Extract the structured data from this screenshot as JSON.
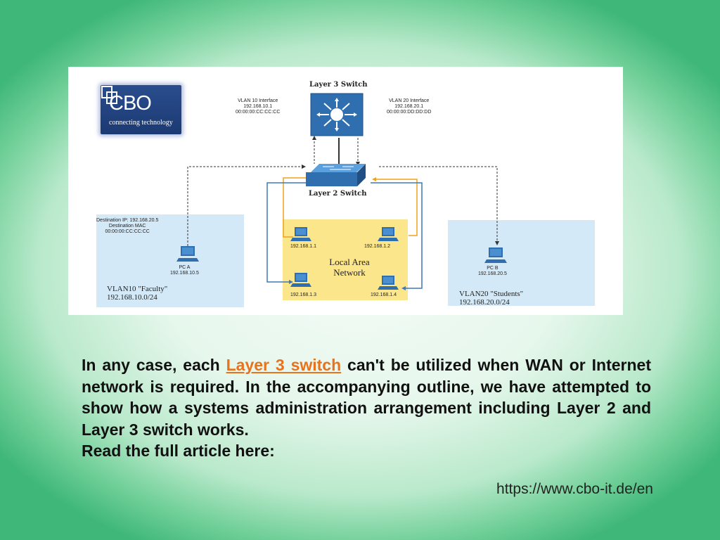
{
  "logo": {
    "name": "CBO",
    "tagline": "connecting technology"
  },
  "diagram": {
    "l3_title": "Layer 3 Switch",
    "l2_title": "Layer 2 Switch",
    "vlan10_iface": [
      "VLAN 10 Interface",
      "192.168.10.1",
      "00:00:00:CC:CC:CC"
    ],
    "vlan20_iface": [
      "VLAN 20 Interface",
      "192.168.20.1",
      "00:00:00:DD:DD:DD"
    ],
    "dest_info": [
      "Destination IP: 192.168.20.5",
      "Destination MAC",
      "00:00:00:CC:CC:CC"
    ],
    "pc_a": {
      "name": "PC A",
      "ip": "192.168.10.5"
    },
    "pc_b": {
      "name": "PC B",
      "ip": "192.168.20.5"
    },
    "vlan10": {
      "name": "VLAN10 \"Faculty\"",
      "subnet": "192.168.10.0/24"
    },
    "vlan20": {
      "name": "VLAN20 \"Students\"",
      "subnet": "192.168.20.0/24"
    },
    "lan": {
      "title_line1": "Local Area",
      "title_line2": "Network",
      "hosts": [
        "192.168.1.1",
        "192.168.1.2",
        "192.168.1.3",
        "192.168.1.4"
      ]
    },
    "colors": {
      "vlan_box": "#d3e9f7",
      "lan_box": "#fbe68c",
      "switch": "#2f6fb0",
      "arrow_orange": "#f0a21f",
      "arrow_blue": "#3f79b8"
    }
  },
  "text": {
    "before_link": "In any case, each ",
    "link": "Layer 3 switch",
    "after_link": " can't be utilized when WAN or Internet network is required. In the accompanying outline, we have attempted to show how a systems administration arrangement including Layer 2 and Layer 3 switch works.",
    "read_more": "Read the full article here:"
  },
  "url": "https://www.cbo-it.de/en"
}
